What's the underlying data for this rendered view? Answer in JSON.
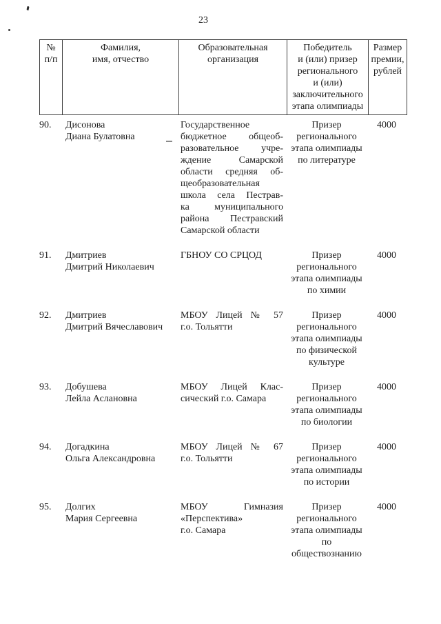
{
  "page": {
    "number": "23"
  },
  "table": {
    "header": {
      "col_num_lines": [
        "№",
        "п/п"
      ],
      "col_name_lines": [
        "Фамилия,",
        "имя, отчество"
      ],
      "col_org_lines": [
        "Образовательная",
        "организация"
      ],
      "col_prize_lines": [
        "Победитель",
        "и (или) призер",
        "регионального",
        "и (или)",
        "заключительного",
        "этапа олимпиады"
      ],
      "col_amount_lines": [
        "Размер",
        "премии,",
        "рублей"
      ]
    },
    "rows": [
      {
        "num": "90.",
        "name_lines": [
          "Дисонова",
          "Диана Булатовна"
        ],
        "org_lines": [
          "Государственное",
          "бюджетное общеоб-",
          "разовательное учре-",
          "ждение Самарской",
          "области средняя об-",
          "щеобразовательная",
          "школа села Пестрав-",
          "ка муниципального",
          "района Пестравский",
          "Самарской области"
        ],
        "prize_lines": [
          "Призер",
          "регионального",
          "этапа олимпиады",
          "по литературе"
        ],
        "amount": "4000"
      },
      {
        "num": "91.",
        "name_lines": [
          "Дмитриев",
          "Дмитрий Николаевич"
        ],
        "org_lines": [
          "ГБНОУ СО СРЦОД"
        ],
        "prize_lines": [
          "Призер",
          "регионального",
          "этапа олимпиады",
          "по химии"
        ],
        "amount": "4000"
      },
      {
        "num": "92.",
        "name_lines": [
          "Дмитриев",
          "Дмитрий Вячеславович"
        ],
        "org_lines": [
          "МБОУ Лицей № 57",
          "г.о. Тольятти"
        ],
        "prize_lines": [
          "Призер",
          "регионального",
          "этапа олимпиады",
          "по физической",
          "культуре"
        ],
        "amount": "4000"
      },
      {
        "num": "93.",
        "name_lines": [
          "Добушева",
          "Лейла Аслановна"
        ],
        "org_lines": [
          "МБОУ Лицей Клас-",
          "сический г.о. Самара"
        ],
        "prize_lines": [
          "Призер",
          "регионального",
          "этапа олимпиады",
          "по биологии"
        ],
        "amount": "4000"
      },
      {
        "num": "94.",
        "name_lines": [
          "Догадкина",
          "Ольга Александровна"
        ],
        "org_lines": [
          "МБОУ Лицей № 67",
          "г.о. Тольятти"
        ],
        "prize_lines": [
          "Призер",
          "регионального",
          "этапа олимпиады",
          "по истории"
        ],
        "amount": "4000"
      },
      {
        "num": "95.",
        "name_lines": [
          "Долгих",
          "Мария Сергеевна"
        ],
        "org_lines": [
          "МБОУ Гимназия",
          "«Перспектива»",
          "г.о. Самара"
        ],
        "prize_lines": [
          "Призер",
          "регионального",
          "этапа олимпиады",
          "по",
          "обществознанию"
        ],
        "amount": "4000"
      }
    ]
  }
}
